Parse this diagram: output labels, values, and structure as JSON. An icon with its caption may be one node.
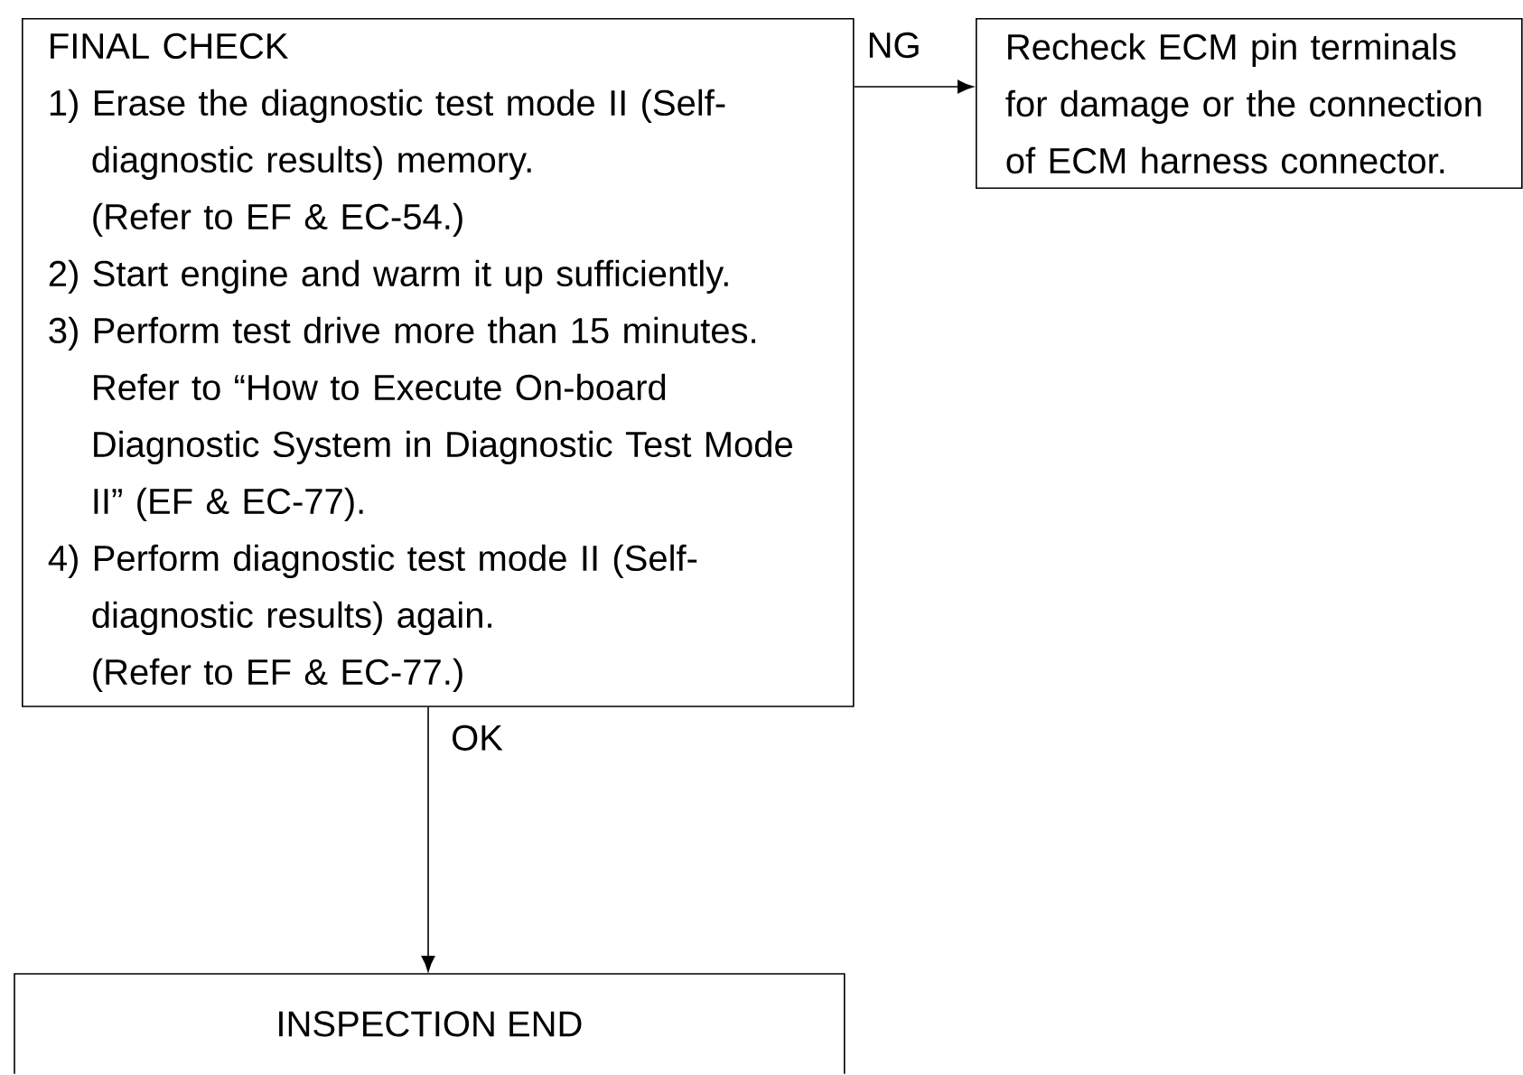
{
  "diagram": {
    "nodes": [
      {
        "text": [
          "FINAL CHECK",
          "1) Erase the diagnostic test mode II (Self-diagnostic results) memory.",
          "(Refer to EF & EC-54.)",
          "2) Start engine and warm it up sufficiently.",
          "3) Perform test drive more than 15 minutes.",
          "Refer to “How to Execute On-board Diagnostic System in Diagnostic Test Mode II” (EF & EC-77).",
          "4) Perform diagnostic test mode II (Self-diagnostic results) again.",
          "(Refer to EF & EC-77.)"
        ]
      },
      {
        "text": [
          "Recheck ECM pin terminals for damage or the connection of ECM harness connector."
        ]
      },
      {
        "text": [
          "INSPECTION END"
        ]
      }
    ],
    "edges": [
      {
        "from": 0,
        "to": 1,
        "arrow": "to",
        "label": "NG"
      },
      {
        "from": 0,
        "to": 2,
        "arrow": "to",
        "label": "OK"
      }
    ]
  }
}
